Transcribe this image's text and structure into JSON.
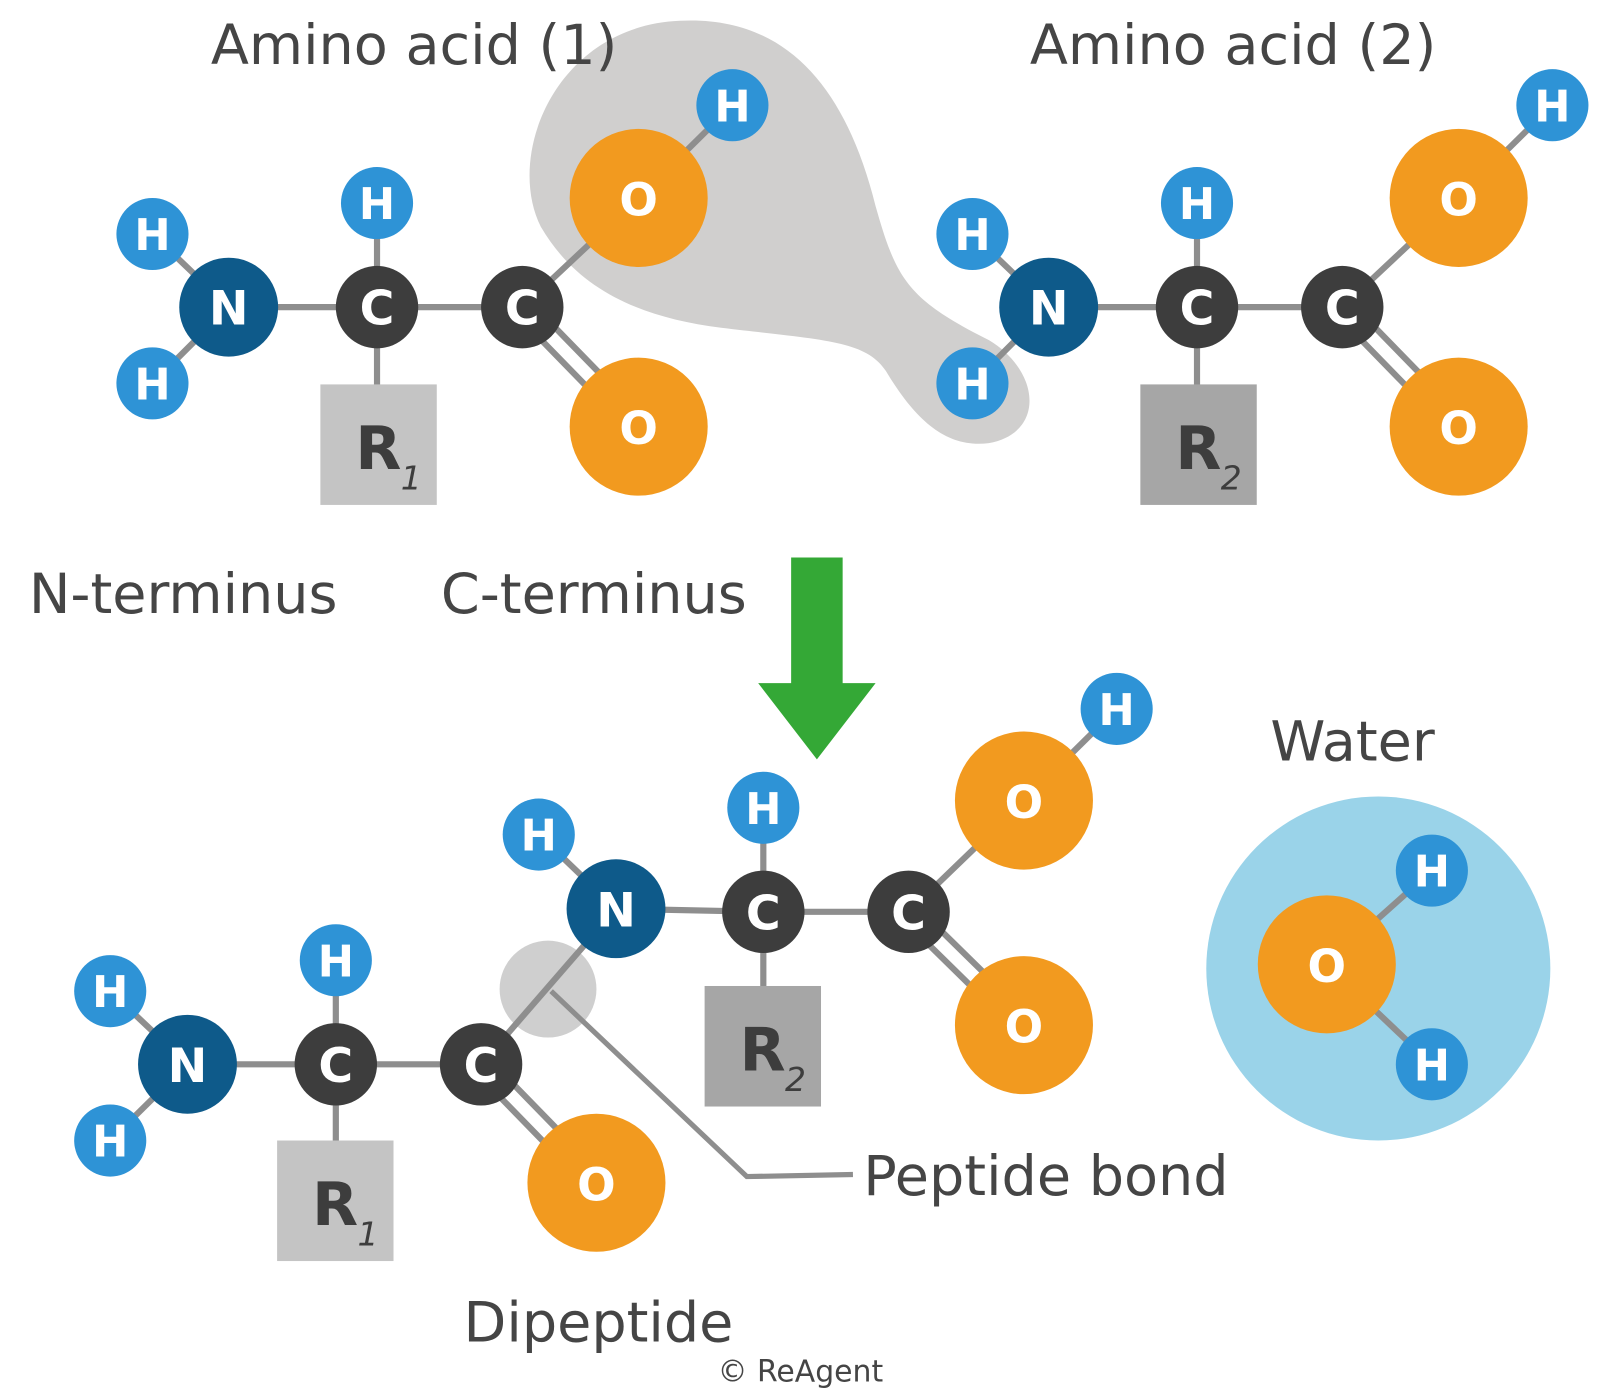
{
  "titles": {
    "aa1": "Amino acid (1)",
    "aa2": "Amino acid (2)",
    "n_term": "N-terminus",
    "c_term": "C-terminus",
    "water": "Water",
    "peptide_bond": "Peptide bond",
    "dipeptide": "Dipeptide",
    "copyright": "© ReAgent"
  },
  "atoms": {
    "H": "H",
    "N": "N",
    "C": "C",
    "O": "O",
    "R": "R",
    "sub1": "1",
    "sub2": "2"
  },
  "colors": {
    "nitrogen": "#0e5a8a",
    "carbon": "#3d3d3d",
    "oxygen": "#f29a1f",
    "hydrogen": "#2e93d6",
    "arrow": "#34a836",
    "water": "#9ad3e9"
  }
}
